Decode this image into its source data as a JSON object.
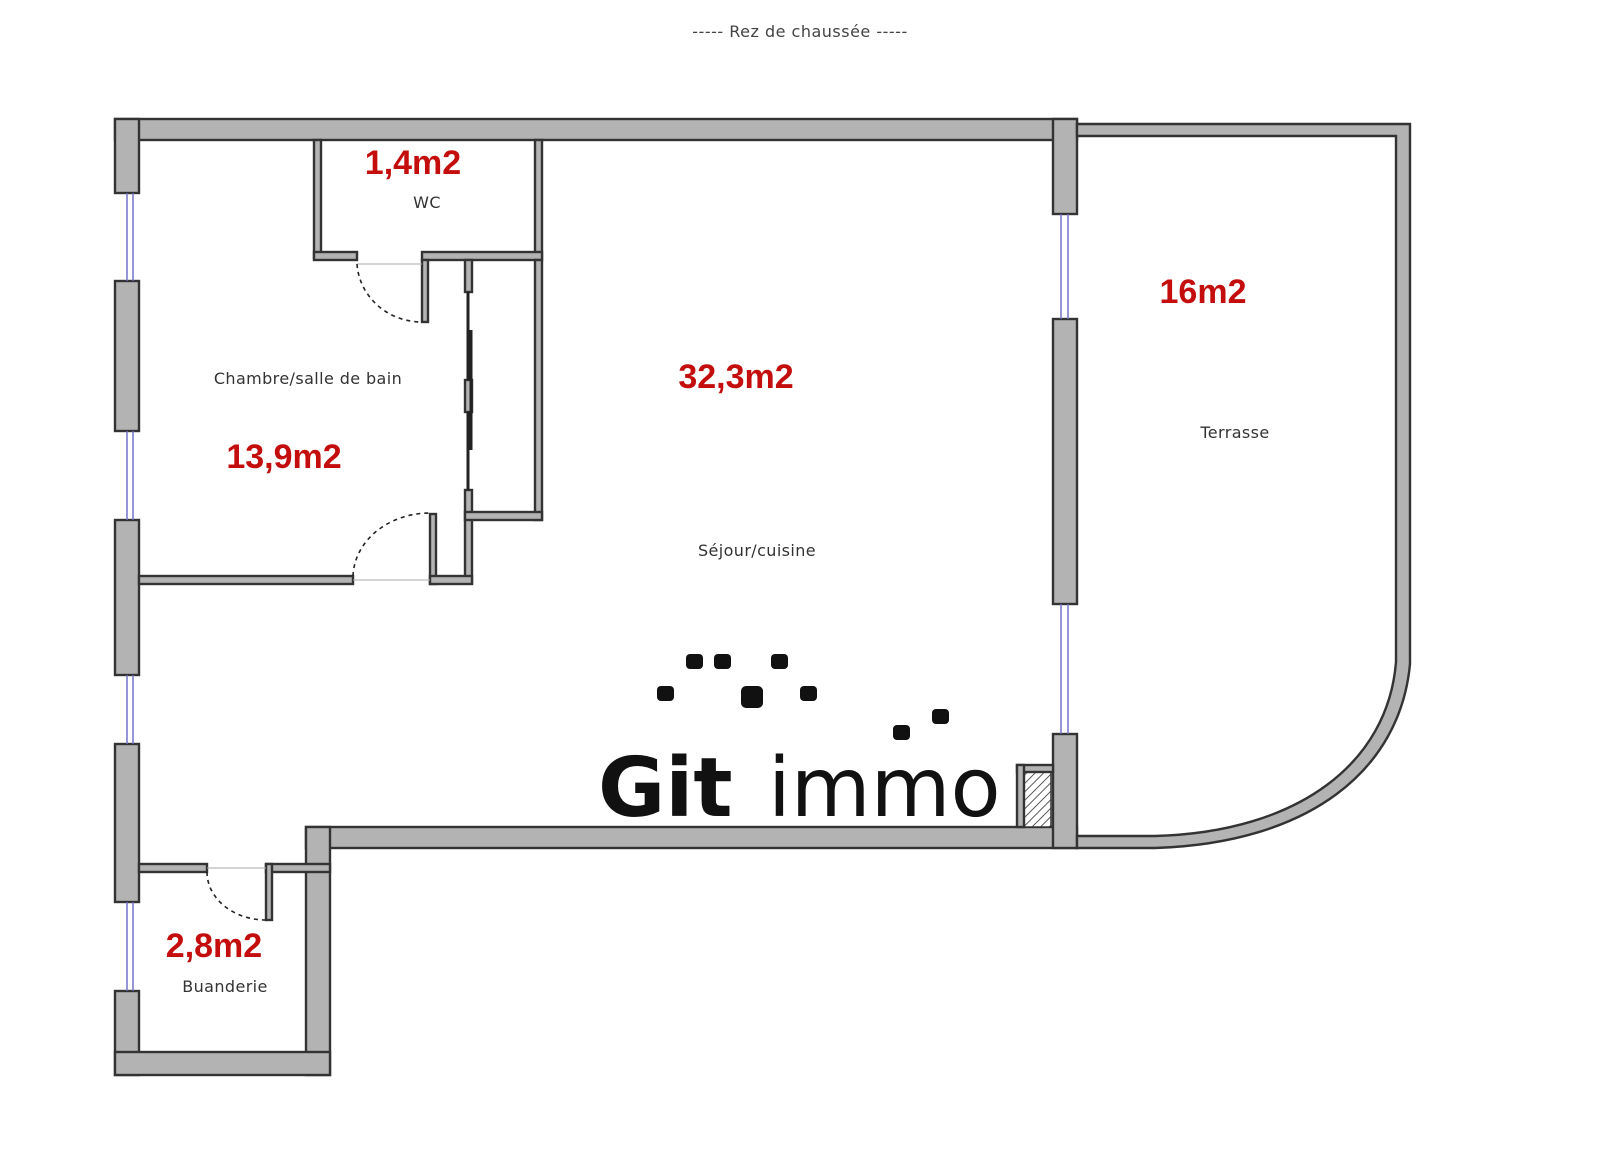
{
  "level_title": "----- Rez de chaussée -----",
  "rooms": [
    {
      "name": "Chambre/salle de bain",
      "area": "13,9m2"
    },
    {
      "name": "WC",
      "area": "1,4m2"
    },
    {
      "name": "Séjour/cuisine",
      "area": "32,3m2"
    },
    {
      "name": "Terrasse",
      "area": "16m2"
    },
    {
      "name": "Buanderie",
      "area": "2,8m2"
    }
  ],
  "logo": {
    "brand": "Git",
    "suffix": "immo"
  },
  "colors": {
    "wall_fill": "#b3b3b3",
    "wall_stroke": "#333333",
    "area_text": "#c40d0d",
    "window": "#6a6ac8",
    "logo": "#111111"
  }
}
